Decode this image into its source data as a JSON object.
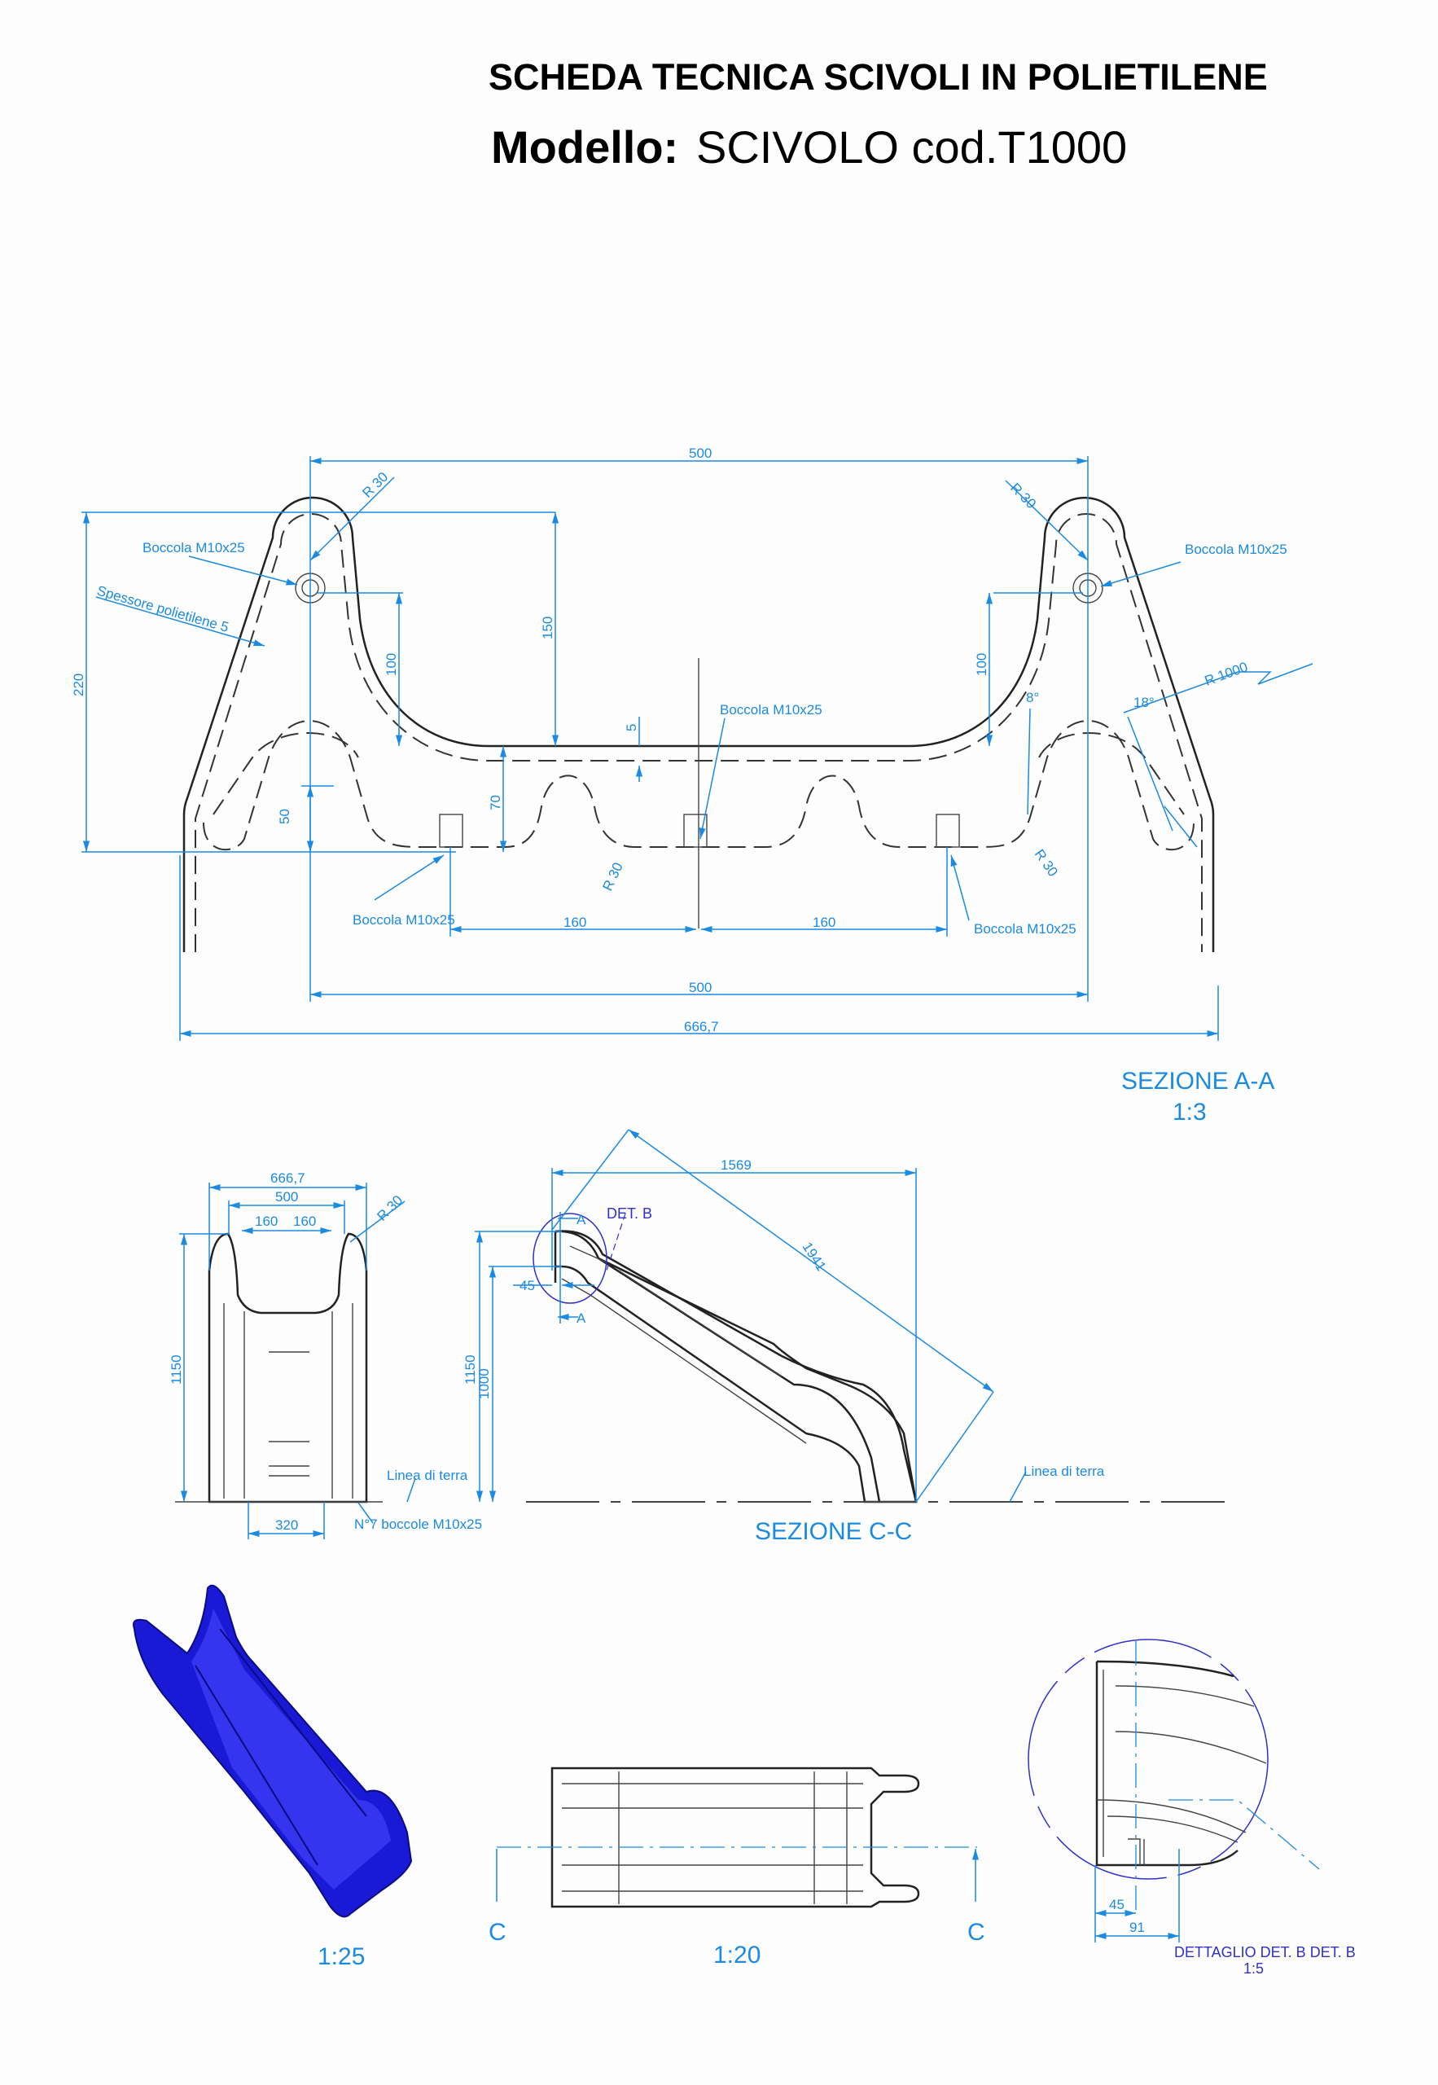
{
  "header": {
    "title": "SCHEDA TECNICA SCIVOLI IN POLIETILENE",
    "model_label": "Modello:",
    "model_value": "SCIVOLO cod.T1000"
  },
  "section_aa": {
    "title": "SEZIONE A-A",
    "scale": "1:3",
    "dims": {
      "top_width": "500",
      "height_220": "220",
      "height_150": "150",
      "height_100_left": "100",
      "height_100_right": "100",
      "height_70": "70",
      "height_50": "50",
      "thickness_5": "5",
      "spacing_left": "160",
      "spacing_right": "160",
      "width_500": "500",
      "width_total": "666,7",
      "r30_top_left": "R 30",
      "r30_top_right": "R 30",
      "r30_bottom_mid": "R 30",
      "r30_bottom_right": "R 30",
      "r1000": "R 1000",
      "angle_8": "8°",
      "angle_18": "18°"
    },
    "labels": {
      "boccola_top_left": "Boccola M10x25",
      "boccola_top_right": "Boccola M10x25",
      "boccola_center": "Boccola M10x25",
      "boccola_bottom_left": "Boccola M10x25",
      "boccola_bottom_right": "Boccola M10x25",
      "spessore": "Spessore polietilene  5"
    }
  },
  "front_view": {
    "dims": {
      "width_total": "666,7",
      "width_500": "500",
      "spacing_a": "160",
      "spacing_b": "160",
      "r30": "R 30",
      "height": "1150",
      "base": "320"
    },
    "labels": {
      "ground": "Linea di terra",
      "bushings": "N°7 boccole M10x25"
    }
  },
  "section_cc": {
    "title": "SEZIONE C-C",
    "dims": {
      "length": "1569",
      "diagonal": "1941",
      "height_1150": "1150",
      "height_1000": "1000",
      "offset_45": "45"
    },
    "labels": {
      "cut_a_top": "A",
      "cut_a_bottom": "A",
      "detail_b": "DET. B",
      "ground": "Linea di terra"
    }
  },
  "iso_view": {
    "scale": "1:25",
    "color": "#1a1ad6"
  },
  "top_view": {
    "scale": "1:20",
    "cut_left": "C",
    "cut_right": "C"
  },
  "detail_b": {
    "title": "DETTAGLIO DET. B DET. B",
    "scale": "1:5",
    "dim_45": "45",
    "dim_91": "91"
  }
}
